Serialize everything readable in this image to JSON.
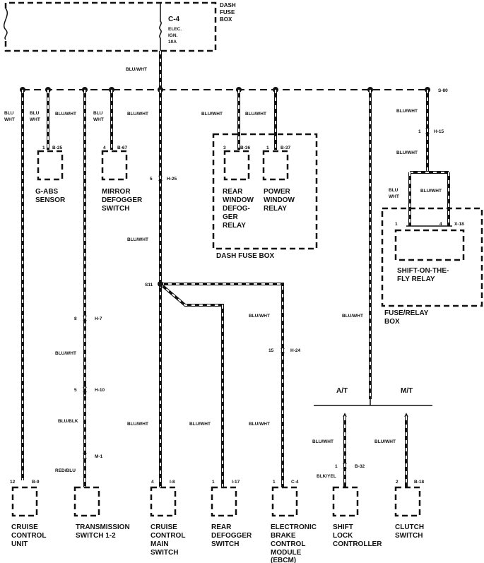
{
  "top": {
    "dash_fuse_box_line1": "DASH",
    "dash_fuse_box_line2": "FUSE",
    "dash_fuse_box_line3": "BOX",
    "fuse_id": "C-4",
    "fuse_line1": "ELEC.",
    "fuse_line2": "IGN.",
    "fuse_line3": "10A",
    "feed_wire": "BLU/WHT",
    "splice_right": "S-80"
  },
  "branches": {
    "cruise_wire_a": "BLU",
    "cruise_wire_b": "WHT",
    "gabs_wire_a": "BLU",
    "gabs_wire_b": "WHT",
    "trans_wire": "BLU/WHT",
    "mirror_wire_a": "BLU",
    "mirror_wire_b": "WHT",
    "main_wire": "BLU/WHT",
    "rear_win_wire": "BLU/WHT",
    "power_win_wire": "BLU/WHT",
    "right_wire_1": "BLU/WHT",
    "right_wire_2": "BLU/WHT"
  },
  "components": {
    "gabs": {
      "pin": "1",
      "conn": "B-25",
      "line1": "G-ABS",
      "line2": "SENSOR"
    },
    "mirror": {
      "pin": "4",
      "conn": "B-67",
      "line1": "MIRROR",
      "line2": "DEFOGGER",
      "line3": "SWITCH"
    },
    "rear_window": {
      "pin": "3",
      "conn": "B-36",
      "line1": "REAR",
      "line2": "WINDOW",
      "line3": "DEFOG-",
      "line4": "GER",
      "line5": "RELAY"
    },
    "power_window": {
      "pin": "1",
      "conn": "B-37",
      "line1": "POWER",
      "line2": "WINDOW",
      "line3": "RELAY"
    },
    "dash_fuse_box_label": "DASH FUSE BOX",
    "h15": {
      "pin": "1",
      "conn": "H-15"
    },
    "h25": {
      "pin": "5",
      "conn": "H-25"
    },
    "shift_on_fly": {
      "wire_a1": "BLU",
      "wire_a2": "WHT",
      "wire_b": "BLU/WHT",
      "pin_left": "1",
      "pin_right": "4",
      "conn": "X-18",
      "line1": "SHIFT-ON-THE-",
      "line2": "FLY RELAY"
    },
    "fuse_relay_box_line1": "FUSE/RELAY",
    "fuse_relay_box_line2": "BOX"
  },
  "lower": {
    "splice_s11": "S11",
    "main_wire_2": "BLU/WHT",
    "rear_defog_wire": "BLU/WHT",
    "ebcm_wire": "BLU/WHT",
    "right_long_wire": "BLU/WHT",
    "h7": {
      "pin": "8",
      "conn": "H-7"
    },
    "trans_wire_2": "BLU/WHT",
    "h10": {
      "pin": "5",
      "conn": "H-10"
    },
    "trans_wire_3": "BLU/BLK",
    "m1": {
      "conn": "M-1"
    },
    "trans_wire_4": "RED/BLU",
    "h24": {
      "pin": "15",
      "conn": "H-24"
    },
    "main_wire_3": "BLU/WHT",
    "rear_defog_wire_2": "BLU/WHT",
    "ebcm_wire_2": "BLU/WHT",
    "at_label": "A/T",
    "mt_label": "M/T",
    "shift_lock_wire": "BLU/WHT",
    "clutch_wire": "BLU/WHT",
    "b32": {
      "pin": "1",
      "conn": "B-32"
    },
    "shift_lock_wire_2": "BLK/YEL"
  },
  "bottom": {
    "cruise_unit": {
      "pin": "12",
      "conn": "B-9",
      "line1": "CRUISE",
      "line2": "CONTROL",
      "line3": "UNIT"
    },
    "transmission": {
      "conn": "",
      "line1": "TRANSMISSION",
      "line2": "SWITCH 1-2"
    },
    "cruise_main": {
      "pin": "4",
      "conn": "I-8",
      "line1": "CRUISE",
      "line2": "CONTROL",
      "line3": "MAIN",
      "line4": "SWITCH"
    },
    "rear_defogger": {
      "pin": "1",
      "conn": "I-17",
      "line1": "REAR",
      "line2": "DEFOGGER",
      "line3": "SWITCH"
    },
    "ebcm": {
      "pin": "1",
      "conn": "C-4",
      "line1": "ELECTRONIC",
      "line2": "BRAKE",
      "line3": "CONTROL",
      "line4": "MODULE",
      "line5": "(EBCM)"
    },
    "shift_lock": {
      "line1": "SHIFT",
      "line2": "LOCK",
      "line3": "CONTROLLER"
    },
    "clutch": {
      "pin": "2",
      "conn": "B-18",
      "line1": "CLUTCH",
      "line2": "SWITCH"
    }
  }
}
